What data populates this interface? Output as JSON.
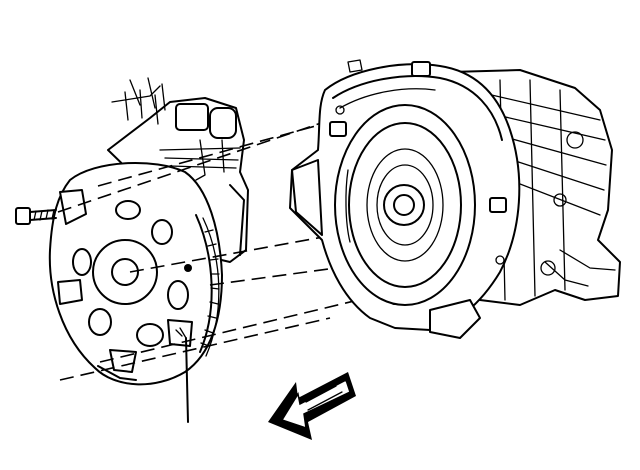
{
  "diagram": {
    "components": [
      {
        "name": "flywheel",
        "icon": "flywheel-plate-icon"
      },
      {
        "name": "bolt",
        "icon": "bolt-icon"
      },
      {
        "name": "engine-block",
        "icon": "engine-block-icon"
      },
      {
        "name": "transmission",
        "icon": "transmission-housing-icon"
      },
      {
        "name": "torque-converter",
        "icon": "torque-converter-icon"
      },
      {
        "name": "direction-arrow",
        "icon": "arrow-icon"
      }
    ],
    "colors": {
      "line": "#000000",
      "background": "#ffffff"
    }
  }
}
